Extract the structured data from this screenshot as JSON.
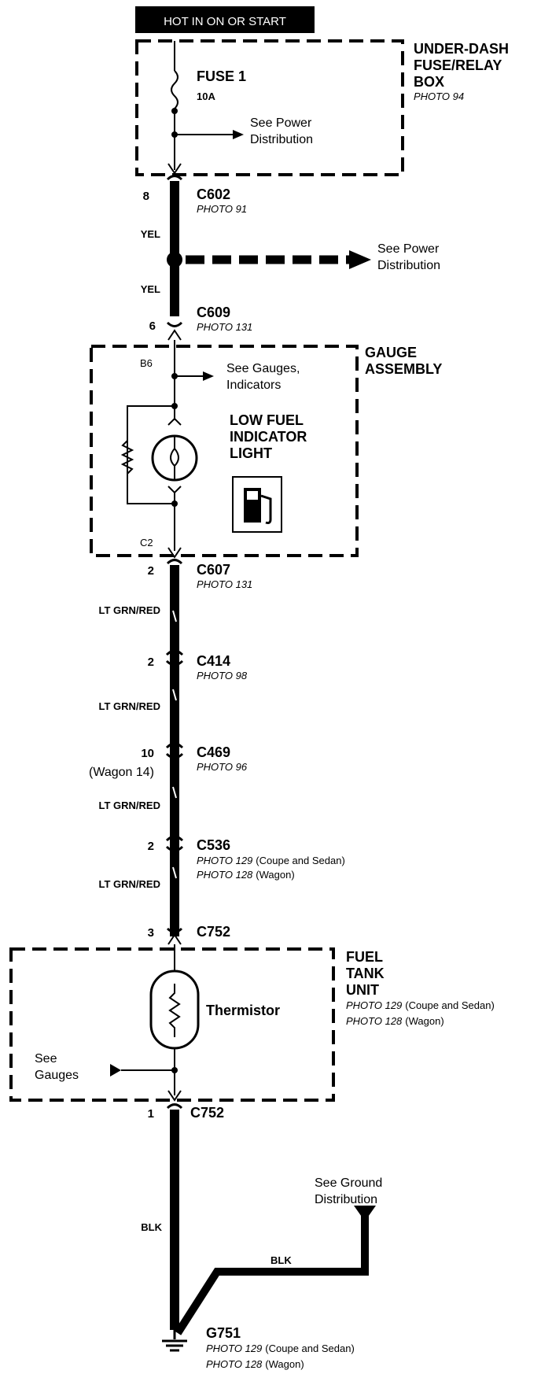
{
  "header": {
    "label": "HOT IN ON OR START"
  },
  "fuse_box": {
    "name_lines": [
      "UNDER-DASH",
      "FUSE/RELAY",
      "BOX"
    ],
    "photo": "PHOTO 94"
  },
  "fuse": {
    "name": "FUSE 1",
    "rating": "10A"
  },
  "refs": {
    "power1_lines": [
      "See Power",
      "Distribution"
    ],
    "power2_lines": [
      "See Power",
      "Distribution"
    ],
    "gauges1_lines": [
      "See Gauges,",
      "Indicators"
    ],
    "gauges2_lines": [
      "See",
      "Gauges"
    ],
    "ground_lines": [
      "See Ground",
      "Distribution"
    ]
  },
  "connectors": [
    {
      "pin": "8",
      "id": "C602",
      "photos": [
        "PHOTO 91"
      ]
    },
    {
      "pin": "6",
      "id": "C609",
      "photos": [
        "PHOTO 131"
      ]
    },
    {
      "pin": "2",
      "id": "C607",
      "photos": [
        "PHOTO 131"
      ]
    },
    {
      "pin": "2",
      "id": "C414",
      "photos": [
        "PHOTO 98"
      ]
    },
    {
      "pin": "10",
      "pin_note": "(Wagon 14)",
      "id": "C469",
      "photos": [
        "PHOTO 96"
      ]
    },
    {
      "pin": "2",
      "id": "C536",
      "photos": [
        "PHOTO 129",
        "PHOTO 128"
      ],
      "photo_notes": [
        "(Coupe and Sedan)",
        "(Wagon)"
      ]
    },
    {
      "pin": "3",
      "id": "C752",
      "photos": []
    },
    {
      "pin": "1",
      "id": "C752",
      "photos": []
    }
  ],
  "wires": {
    "yel_upper": "YEL",
    "yel_lower": "YEL",
    "grn1": "LT GRN/RED",
    "grn2": "LT GRN/RED",
    "grn3": "LT GRN/RED",
    "grn4": "LT GRN/RED",
    "blk_main": "BLK",
    "blk_branch": "BLK"
  },
  "gauge_assembly": {
    "name_lines": [
      "GAUGE",
      "ASSEMBLY"
    ],
    "pin_top": "B6",
    "pin_bottom": "C2",
    "light_lines": [
      "LOW FUEL",
      "INDICATOR",
      "LIGHT"
    ],
    "fuel_icon": "fuel-pump-icon"
  },
  "fuel_tank_unit": {
    "name_lines": [
      "FUEL",
      "TANK",
      "UNIT"
    ],
    "photos": [
      "PHOTO 129",
      "PHOTO 128"
    ],
    "photo_notes": [
      "(Coupe and Sedan)",
      "(Wagon)"
    ],
    "component": "Thermistor"
  },
  "ground": {
    "id": "G751",
    "photos": [
      "PHOTO 129",
      "PHOTO 128"
    ],
    "photo_notes": [
      "(Coupe and Sedan)",
      "(Wagon)"
    ],
    "icon": "ground-symbol-icon"
  }
}
